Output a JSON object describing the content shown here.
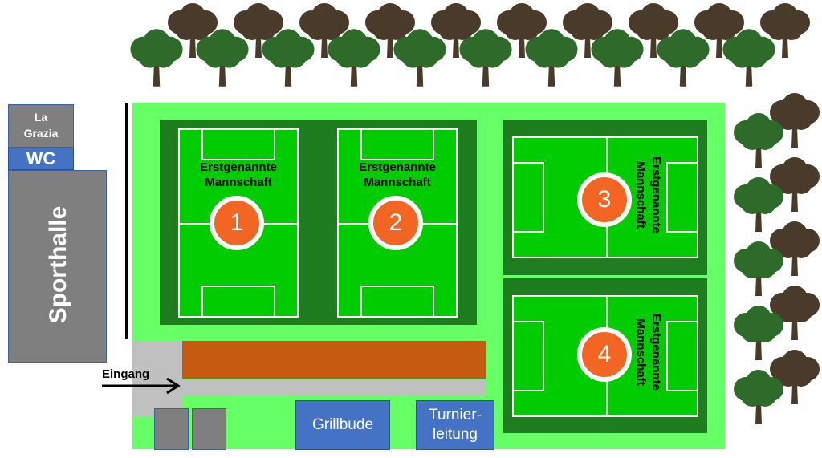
{
  "buildings": {
    "la_grazia": "La\nGrazia",
    "wc": "WC",
    "sporthalle": "Sporthalle"
  },
  "entrance": {
    "label": "Eingang"
  },
  "pitches": [
    {
      "number": "1",
      "team": "Erstgenannte\nMannschaft"
    },
    {
      "number": "2",
      "team": "Erstgenannte\nMannschaft"
    },
    {
      "number": "3",
      "team": "Erstgenannte\nMannschaft"
    },
    {
      "number": "4",
      "team": "Erstgenannte\nMannschaft"
    }
  ],
  "facilities": {
    "grillbude": "Grillbude",
    "turnierleitung": "Turnier-\nleitung"
  },
  "colors": {
    "site": "#66ff66",
    "pitch_frame": "#1e7d1e",
    "pitch": "#00cc00",
    "badge": "#f26522",
    "track": "#c55a11",
    "building": "#7f7f7f",
    "blue": "#4472c4",
    "tree_canopy": "#2e6b2a",
    "tree_trunk": "#4a3a2a"
  },
  "icons": [
    "tree-icon",
    "arrow-right-icon"
  ]
}
